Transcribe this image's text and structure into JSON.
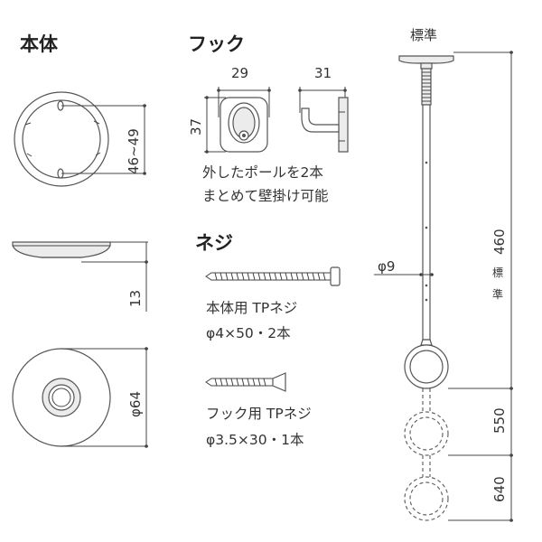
{
  "sections": {
    "body_title": "本体",
    "hook_title": "フック",
    "screw_title": "ネジ"
  },
  "body": {
    "dim_top": "46~49",
    "dim_height": "13",
    "dim_diameter": "φ64"
  },
  "hook": {
    "dim_width_front": "29",
    "dim_width_side": "31",
    "dim_height": "37",
    "note_line1": "外したポールを2本",
    "note_line2": "まとめて壁掛け可能"
  },
  "screws": {
    "body_screw_line1": "本体用 TPネジ",
    "body_screw_line2": "φ4×50・2本",
    "hook_screw_line1": "フック用 TPネジ",
    "hook_screw_line2": "φ3.5×30・1本"
  },
  "pole": {
    "label_top": "標準",
    "dim_pole": "φ9",
    "dim_460": "460",
    "label_std_vertical_1": "標",
    "label_std_vertical_2": "準",
    "dim_550": "550",
    "dim_640": "640"
  }
}
